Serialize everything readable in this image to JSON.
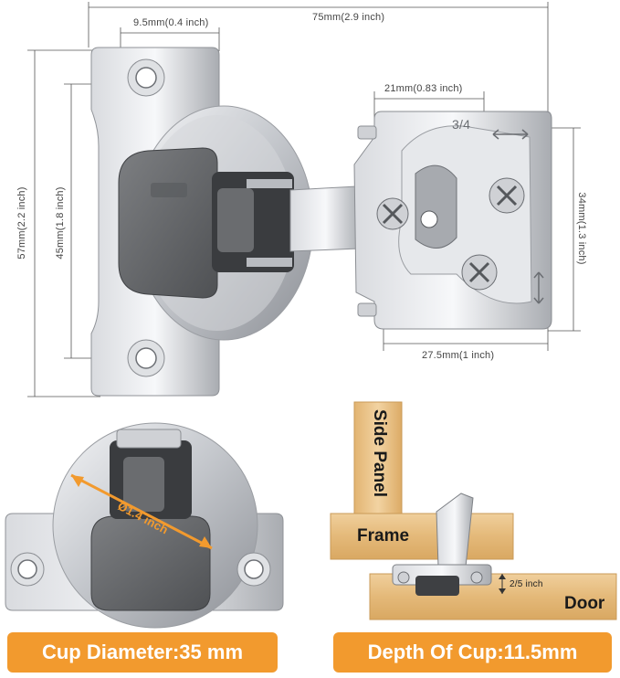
{
  "dimensions": {
    "width_75": "75mm(2.9 inch)",
    "width_9_5": "9.5mm(0.4 inch)",
    "width_21": "21mm(0.83 inch)",
    "height_57": "57mm(2.2 inch)",
    "height_45": "45mm(1.8 inch)",
    "height_34": "34mm(1.3 inch)",
    "width_27_5": "27.5mm(1 inch)",
    "plate_mark": "3/4",
    "cup_diameter_inch": "Ø1.4 inch",
    "depth_inch": "2/5 inch"
  },
  "labels": {
    "side_panel": "Side Panel",
    "frame": "Frame",
    "door": "Door"
  },
  "badges": {
    "cup_diameter": "Cup Diameter:35 mm",
    "cup_depth": "Depth Of Cup:11.5mm"
  },
  "colors": {
    "accent": "#f29a2e",
    "metal": "#c9ccd1",
    "plastic": "#6b6d70",
    "wood": "#e8c08a"
  }
}
